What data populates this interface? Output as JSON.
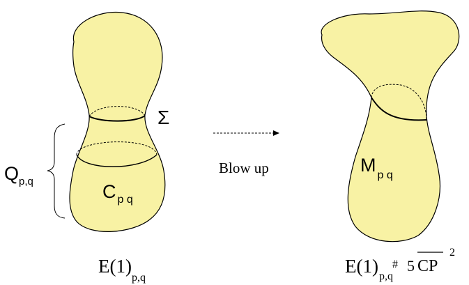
{
  "colors": {
    "fill": "#f8f2a4",
    "stroke": "#000000"
  },
  "left_figure": {
    "sigma_symbol": "Σ",
    "brace_label_main": "Q",
    "brace_label_sub": "p,q",
    "inner_label_main": "C",
    "inner_label_sub": "p q",
    "caption_main": "E(1)",
    "caption_sub": "p,q"
  },
  "arrow": {
    "label": "Blow up"
  },
  "right_figure": {
    "inner_label_main": "M",
    "inner_label_sub": "p q",
    "caption_main": "E(1)",
    "caption_sub": "p,q",
    "caption_hash": "#",
    "caption_five": "5",
    "caption_cp": "CP",
    "caption_sup": "2"
  }
}
